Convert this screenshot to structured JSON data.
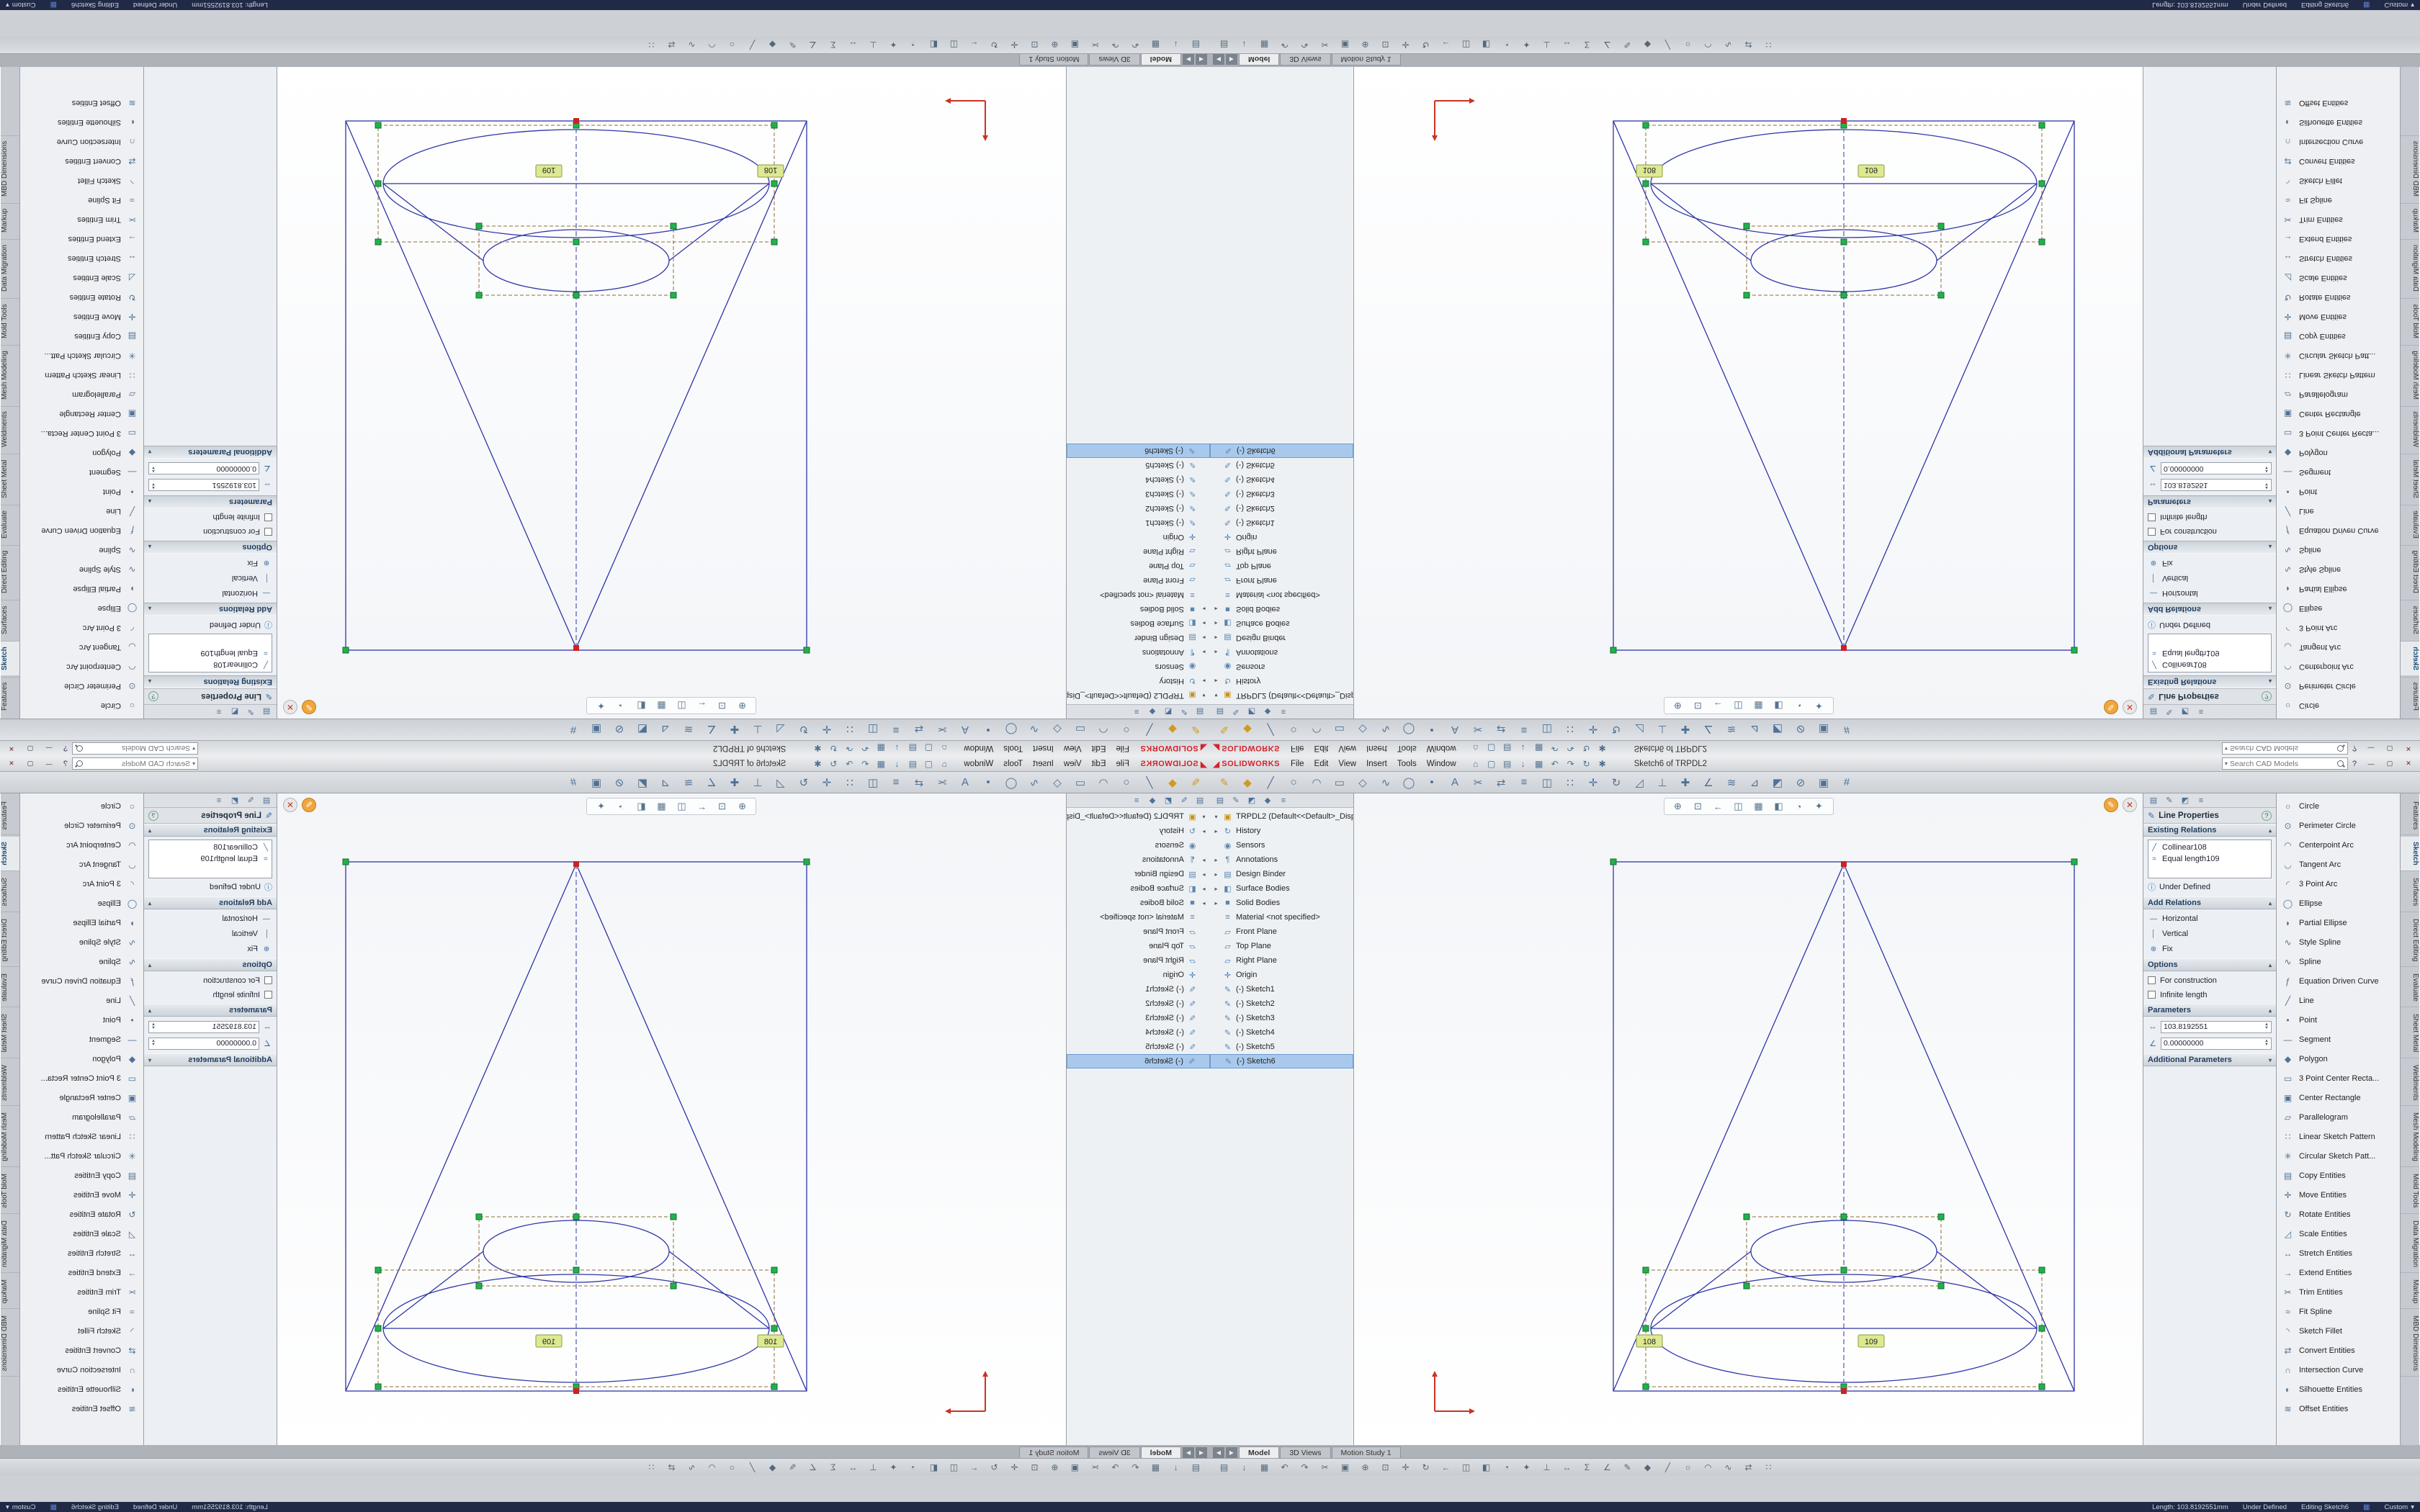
{
  "titlebar": {
    "logo_mark": "◢",
    "logo_text": "SOLIDWORKS",
    "menus": [
      "File",
      "Edit",
      "View",
      "Insert",
      "Tools",
      "Window"
    ],
    "quick_icons": [
      {
        "name": "home-icon",
        "glyph": "⌂"
      },
      {
        "name": "new-document-icon",
        "glyph": "▢"
      },
      {
        "name": "open-document-icon",
        "glyph": "▤"
      },
      {
        "name": "save-icon",
        "glyph": "↓"
      },
      {
        "name": "print-icon",
        "glyph": "▦"
      },
      {
        "name": "undo-icon",
        "glyph": "↶"
      },
      {
        "name": "redo-icon",
        "glyph": "↷"
      },
      {
        "name": "rebuild-icon",
        "glyph": "↻"
      },
      {
        "name": "options-icon",
        "glyph": "✱"
      }
    ],
    "title": "Sketch6 of TRPDL2",
    "search_placeholder": "Search CAD Models",
    "search_arrow": "▾",
    "help_label": "?",
    "controls": {
      "minimize": "—",
      "maximize": "▢",
      "close": "✕"
    }
  },
  "command_manager": {
    "icons": [
      {
        "name": "exit-sketch-icon",
        "glyph": "✎",
        "cls": "amber"
      },
      {
        "name": "smart-dimension-icon",
        "glyph": "◆",
        "cls": "amber"
      },
      {
        "name": "line-tool-icon",
        "glyph": "╱"
      },
      {
        "name": "circle-tool-icon",
        "glyph": "○"
      },
      {
        "name": "arc-tool-icon",
        "glyph": "◠"
      },
      {
        "name": "rectangle-tool-icon",
        "glyph": "▭"
      },
      {
        "name": "polygon-tool-icon",
        "glyph": "◇"
      },
      {
        "name": "spline-tool-icon",
        "glyph": "∿"
      },
      {
        "name": "ellipse-tool-icon",
        "glyph": "◯"
      },
      {
        "name": "point-tool-icon",
        "glyph": "•"
      },
      {
        "name": "text-tool-icon",
        "glyph": "A"
      },
      {
        "name": "trim-entities-icon",
        "glyph": "✂"
      },
      {
        "name": "convert-entities-icon",
        "glyph": "⇄"
      },
      {
        "name": "offset-entities-icon",
        "glyph": "≡"
      },
      {
        "name": "mirror-entities-icon",
        "glyph": "◫"
      },
      {
        "name": "linear-pattern-icon",
        "glyph": "∷"
      },
      {
        "name": "move-entities-icon",
        "glyph": "✛"
      },
      {
        "name": "rotate-entities-icon",
        "glyph": "↻"
      },
      {
        "name": "scale-entities-icon",
        "glyph": "◿"
      },
      {
        "name": "display-relations-icon",
        "glyph": "⊥"
      },
      {
        "name": "repair-sketch-icon",
        "glyph": "✚"
      },
      {
        "name": "quick-snaps-icon",
        "glyph": "∠"
      },
      {
        "name": "rapid-sketch-icon",
        "glyph": "≋"
      },
      {
        "name": "instant-2d-icon",
        "glyph": "⊿"
      },
      {
        "name": "shaded-contours-icon",
        "glyph": "◩"
      },
      {
        "name": "no-solve-move-icon",
        "glyph": "⊘"
      },
      {
        "name": "sketch-picture-icon",
        "glyph": "▣"
      },
      {
        "name": "grid-snap-icon",
        "glyph": "#"
      }
    ]
  },
  "feature_tree": {
    "tab_icons": [
      {
        "name": "featuremanager-tab-icon",
        "glyph": "▤"
      },
      {
        "name": "propertymanager-tab-icon",
        "glyph": "✎"
      },
      {
        "name": "configuration-tab-icon",
        "glyph": "◩"
      },
      {
        "name": "dimxpert-tab-icon",
        "glyph": "◆"
      },
      {
        "name": "displaymanager-tab-icon",
        "glyph": "≡"
      }
    ],
    "items": [
      {
        "expand": "▾",
        "glyph": "▣",
        "label": "TRPDL2 (Default<<Default>_Disp...",
        "cls": "amber",
        "name": "tree-item-part-root"
      },
      {
        "expand": "▸",
        "glyph": "↻",
        "label": "History",
        "name": "tree-item-history"
      },
      {
        "expand": "",
        "glyph": "◉",
        "label": "Sensors",
        "name": "tree-item-sensors"
      },
      {
        "expand": "▸",
        "glyph": "¶",
        "label": "Annotations",
        "name": "tree-item-annotations"
      },
      {
        "expand": "▸",
        "glyph": "▤",
        "label": "Design Binder",
        "name": "tree-item-design-binder"
      },
      {
        "expand": "▸",
        "glyph": "◧",
        "label": "Surface Bodies",
        "name": "tree-item-surface-bodies"
      },
      {
        "expand": "▸",
        "glyph": "■",
        "label": "Solid Bodies",
        "name": "tree-item-solid-bodies"
      },
      {
        "expand": "",
        "glyph": "≡",
        "label": "Material <not specified>",
        "name": "tree-item-material"
      },
      {
        "expand": "",
        "glyph": "▱",
        "label": "Front Plane",
        "cls": "blue",
        "name": "tree-item-front-plane"
      },
      {
        "expand": "",
        "glyph": "▱",
        "label": "Top Plane",
        "cls": "blue",
        "name": "tree-item-top-plane"
      },
      {
        "expand": "",
        "glyph": "▱",
        "label": "Right Plane",
        "cls": "blue",
        "name": "tree-item-right-plane"
      },
      {
        "expand": "",
        "glyph": "✛",
        "label": "Origin",
        "cls": "blue",
        "name": "tree-item-origin"
      },
      {
        "expand": "",
        "glyph": "✎",
        "label": "(-) Sketch1",
        "name": "tree-item-sketch1"
      },
      {
        "expand": "",
        "glyph": "✎",
        "label": "(-) Sketch2",
        "name": "tree-item-sketch2"
      },
      {
        "expand": "",
        "glyph": "✎",
        "label": "(-) Sketch3",
        "name": "tree-item-sketch3"
      },
      {
        "expand": "",
        "glyph": "✎",
        "label": "(-) Sketch4",
        "name": "tree-item-sketch4"
      },
      {
        "expand": "",
        "glyph": "✎",
        "label": "(-) Sketch5",
        "name": "tree-item-sketch5"
      },
      {
        "expand": "",
        "glyph": "✎",
        "label": "(-) Sketch6",
        "cls": "sel",
        "name": "tree-item-sketch6"
      }
    ]
  },
  "viewport": {
    "headsup_icons": [
      {
        "name": "zoom-fit-icon",
        "glyph": "⊕"
      },
      {
        "name": "zoom-area-icon",
        "glyph": "⊡"
      },
      {
        "name": "previous-view-icon",
        "glyph": "←"
      },
      {
        "name": "section-view-icon",
        "glyph": "◫"
      },
      {
        "name": "view-orientation-icon",
        "glyph": "▦"
      },
      {
        "name": "display-style-icon",
        "glyph": "◧"
      },
      {
        "name": "hide-show-items-icon",
        "glyph": "◔"
      },
      {
        "name": "edit-appearance-icon",
        "glyph": "✦"
      }
    ],
    "confirmation": {
      "exit_glyph": "✎",
      "cancel_glyph": "✕"
    },
    "sketch": {
      "callout1": "108",
      "callout2": "109"
    }
  },
  "property_manager": {
    "tab_icons": [
      {
        "name": "pm-tree-tab-icon",
        "glyph": "▤"
      },
      {
        "name": "pm-property-tab-icon",
        "glyph": "✎"
      },
      {
        "name": "pm-config-tab-icon",
        "glyph": "◩"
      },
      {
        "name": "pm-display-tab-icon",
        "glyph": "≡"
      }
    ],
    "title": "Line Properties",
    "help_glyph": "?",
    "sections": {
      "existing_relations": "Existing Relations",
      "add_relations": "Add Relations",
      "options": "Options",
      "parameters": "Parameters",
      "additional_parameters": "Additional Parameters"
    },
    "chevron": "▴",
    "relations": [
      {
        "icon": "╱",
        "label": "Collinear108",
        "name": "relation-collinear108"
      },
      {
        "icon": "=",
        "label": "Equal length109",
        "name": "relation-equal-length109"
      }
    ],
    "status": {
      "icon": "ⓘ",
      "label": "Under Defined"
    },
    "add_relations": [
      {
        "icon": "—",
        "label": "Horizontal",
        "name": "add-relation-horizontal"
      },
      {
        "icon": "│",
        "label": "Vertical",
        "name": "add-relation-vertical"
      },
      {
        "icon": "⊕",
        "label": "Fix",
        "name": "add-relation-fix"
      }
    ],
    "options": [
      {
        "label": "For construction",
        "name": "option-for-construction"
      },
      {
        "label": "Infinite length",
        "name": "option-infinite-length"
      }
    ],
    "parameters": [
      {
        "icon": "↔",
        "value": "103.8192551",
        "name": "parameter-length-field"
      },
      {
        "icon": "∠",
        "value": "0.00000000",
        "name": "parameter-angle-field"
      }
    ]
  },
  "sketch_tools": {
    "items": [
      {
        "glyph": "○",
        "label": "Circle",
        "name": "tool-circle"
      },
      {
        "glyph": "⊙",
        "label": "Perimeter Circle",
        "name": "tool-perimeter-circle"
      },
      {
        "glyph": "◠",
        "label": "Centerpoint Arc",
        "name": "tool-centerpoint-arc"
      },
      {
        "glyph": "◡",
        "label": "Tangent Arc",
        "name": "tool-tangent-arc"
      },
      {
        "glyph": "◜",
        "label": "3 Point Arc",
        "name": "tool-3-point-arc"
      },
      {
        "glyph": "◯",
        "label": "Ellipse",
        "name": "tool-ellipse"
      },
      {
        "glyph": "◗",
        "label": "Partial Ellipse",
        "name": "tool-partial-ellipse"
      },
      {
        "glyph": "∿",
        "label": "Style Spline",
        "name": "tool-style-spline"
      },
      {
        "glyph": "∿",
        "label": "Spline",
        "name": "tool-spline"
      },
      {
        "glyph": "ƒ",
        "label": "Equation Driven Curve",
        "name": "tool-equation-driven-curve"
      },
      {
        "glyph": "╱",
        "label": "Line",
        "name": "tool-line"
      },
      {
        "glyph": "•",
        "label": "Point",
        "name": "tool-point"
      },
      {
        "glyph": "—",
        "label": "Segment",
        "name": "tool-segment"
      },
      {
        "glyph": "◆",
        "label": "Polygon",
        "name": "tool-polygon"
      },
      {
        "glyph": "▭",
        "label": "3 Point Center Recta...",
        "name": "tool-3-point-center-rectangle"
      },
      {
        "glyph": "▣",
        "label": "Center Rectangle",
        "name": "tool-center-rectangle"
      },
      {
        "glyph": "▱",
        "label": "Parallelogram",
        "name": "tool-parallelogram"
      },
      {
        "glyph": "∷",
        "label": "Linear Sketch Pattern",
        "name": "tool-linear-sketch-pattern"
      },
      {
        "glyph": "✳",
        "label": "Circular Sketch Patt...",
        "name": "tool-circular-sketch-pattern"
      },
      {
        "glyph": "▤",
        "label": "Copy Entities",
        "name": "tool-copy-entities"
      },
      {
        "glyph": "✛",
        "label": "Move Entities",
        "name": "tool-move-entities"
      },
      {
        "glyph": "↻",
        "label": "Rotate Entities",
        "name": "tool-rotate-entities"
      },
      {
        "glyph": "◿",
        "label": "Scale Entities",
        "name": "tool-scale-entities"
      },
      {
        "glyph": "↔",
        "label": "Stretch Entities",
        "name": "tool-stretch-entities"
      },
      {
        "glyph": "→",
        "label": "Extend Entities",
        "name": "tool-extend-entities"
      },
      {
        "glyph": "✂",
        "label": "Trim Entities",
        "name": "tool-trim-entities"
      },
      {
        "glyph": "≈",
        "label": "Fit Spline",
        "name": "tool-fit-spline"
      },
      {
        "glyph": "◝",
        "label": "Sketch Fillet",
        "name": "tool-sketch-fillet"
      },
      {
        "glyph": "⇄",
        "label": "Convert Entities",
        "name": "tool-convert-entities"
      },
      {
        "glyph": "∩",
        "label": "Intersection Curve",
        "name": "tool-intersection-curve"
      },
      {
        "glyph": "◐",
        "label": "Silhouette Entities",
        "name": "tool-silhouette-entities"
      },
      {
        "glyph": "≋",
        "label": "Offset Entities",
        "name": "tool-offset-entities"
      }
    ]
  },
  "side_tabs": {
    "items": [
      {
        "label": "Features",
        "name": "tab-features"
      },
      {
        "label": "Sketch",
        "cls": "active",
        "name": "tab-sketch"
      },
      {
        "label": "Surfaces",
        "name": "tab-surfaces"
      },
      {
        "label": "Direct Editing",
        "name": "tab-direct-editing"
      },
      {
        "label": "Evaluate",
        "name": "tab-evaluate"
      },
      {
        "label": "Sheet Metal",
        "name": "tab-sheet-metal"
      },
      {
        "label": "Weldments",
        "name": "tab-weldments"
      },
      {
        "label": "Mesh Modeling",
        "name": "tab-mesh-modeling"
      },
      {
        "label": "Mold Tools",
        "name": "tab-mold-tools"
      },
      {
        "label": "Data Migration",
        "name": "tab-data-migration"
      },
      {
        "label": "Markup",
        "name": "tab-markup"
      },
      {
        "label": "MBD Dimensions",
        "name": "tab-mbd-dimensions"
      }
    ]
  },
  "document_tabs": {
    "prev": "◀",
    "next": "▶",
    "tabs": [
      {
        "label": "Model",
        "cls": "active",
        "name": "doc-tab-model"
      },
      {
        "label": "3D Views",
        "name": "doc-tab-3d-views"
      },
      {
        "label": "Motion Study 1",
        "name": "doc-tab-motion-study-1"
      }
    ]
  },
  "bottom_toolbar": {
    "icons": [
      {
        "name": "open-icon",
        "glyph": "▤"
      },
      {
        "name": "save-icon",
        "glyph": "↓"
      },
      {
        "name": "print-icon",
        "glyph": "▦"
      },
      {
        "name": "undo-icon",
        "glyph": "↶"
      },
      {
        "name": "redo-icon",
        "glyph": "↷"
      },
      {
        "name": "cut-icon",
        "glyph": "✂"
      },
      {
        "name": "paste-icon",
        "glyph": "▣"
      },
      {
        "name": "zoom-fit-icon",
        "glyph": "⊕"
      },
      {
        "name": "zoom-area-icon",
        "glyph": "⊡"
      },
      {
        "name": "pan-icon",
        "glyph": "✛"
      },
      {
        "name": "rotate-view-icon",
        "glyph": "↻"
      },
      {
        "name": "previous-view-icon",
        "glyph": "←"
      },
      {
        "name": "section-view-icon",
        "glyph": "◫"
      },
      {
        "name": "display-style-icon",
        "glyph": "◧"
      },
      {
        "name": "hide-show-icon",
        "glyph": "◔"
      },
      {
        "name": "appearance-icon",
        "glyph": "✦"
      },
      {
        "name": "normal-to-icon",
        "glyph": "⊥"
      },
      {
        "name": "measure-icon",
        "glyph": "↔"
      },
      {
        "name": "mass-properties-icon",
        "glyph": "Σ"
      },
      {
        "name": "relations-icon",
        "glyph": "∠"
      },
      {
        "name": "sketch-icon",
        "glyph": "✎"
      },
      {
        "name": "dimension-icon",
        "glyph": "◆"
      },
      {
        "name": "line-icon",
        "glyph": "╱"
      },
      {
        "name": "circle-icon",
        "glyph": "○"
      },
      {
        "name": "arc-icon",
        "glyph": "◠"
      },
      {
        "name": "spline-icon",
        "glyph": "∿"
      },
      {
        "name": "trim-icon",
        "glyph": "⇄"
      },
      {
        "name": "pattern-icon",
        "glyph": "∷"
      }
    ]
  },
  "status_bar": {
    "length": "Length: 103.8192551mm",
    "state": "Under Defined",
    "mode": "Editing Sketch6",
    "grid_glyph": "▦",
    "units": "Custom",
    "units_arrow": "▾"
  }
}
